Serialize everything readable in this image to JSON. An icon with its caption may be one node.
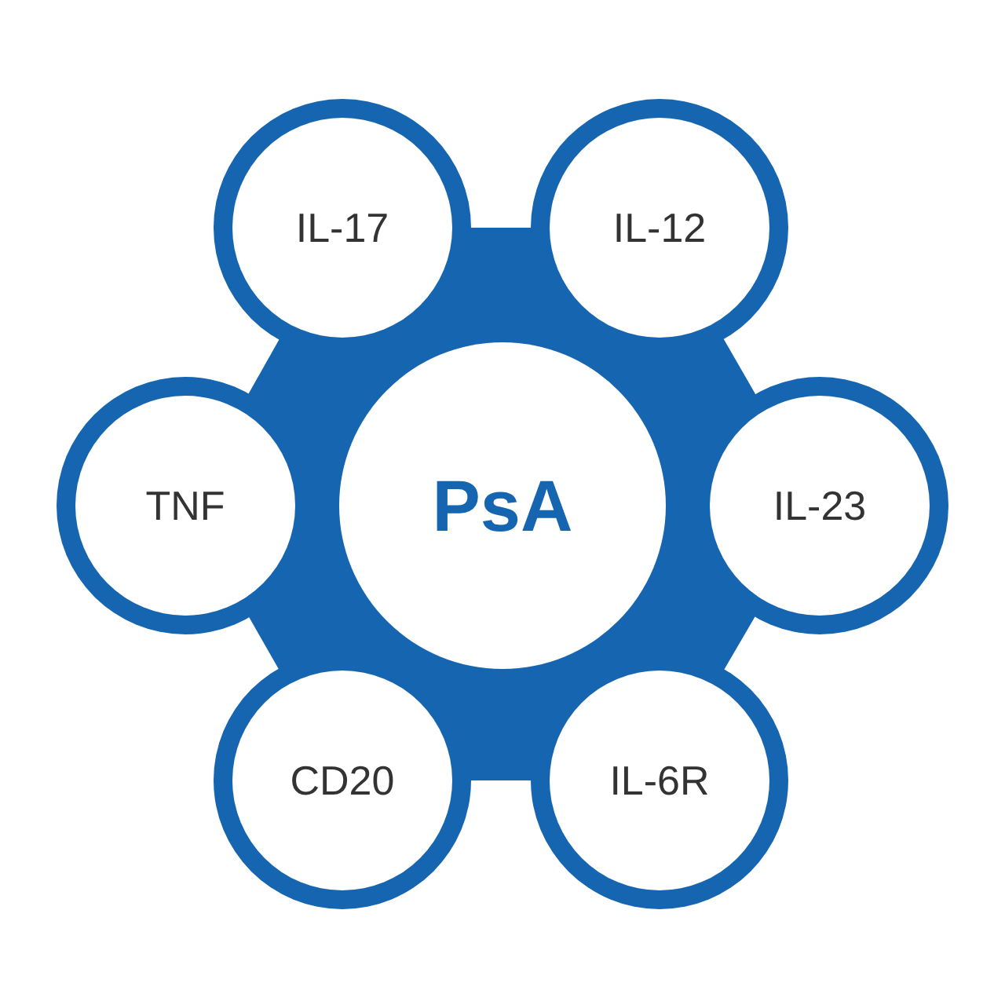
{
  "diagram": {
    "nodes": [
      {
        "text": [
          "IL-17"
        ]
      },
      {
        "text": [
          "IL-12"
        ]
      },
      {
        "text": [
          "TNF"
        ]
      },
      {
        "text": [
          "PsA"
        ]
      },
      {
        "text": [
          "IL-23"
        ]
      },
      {
        "text": [
          "CD20"
        ]
      },
      {
        "text": [
          "IL-6R"
        ]
      }
    ],
    "edges": []
  }
}
